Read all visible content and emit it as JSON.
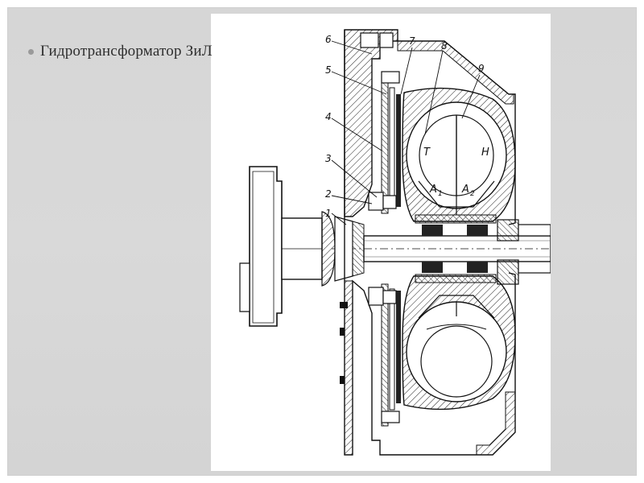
{
  "slide": {
    "title": "Гидротрансформатор ЗиЛ"
  },
  "drawing": {
    "part_numbers": [
      "1",
      "2",
      "3",
      "4",
      "5",
      "6",
      "7",
      "8",
      "9"
    ],
    "rotor_labels": {
      "turbine": "Т",
      "pump": "Н",
      "reactor_1": "А",
      "reactor_1_sub": "1",
      "reactor_2": "А",
      "reactor_2_sub": "2"
    }
  },
  "colors": {
    "slide_background": "#d6d6d6",
    "text": "#2e2e2e",
    "bullet": "#9a9a9a",
    "ink": "#111111"
  }
}
